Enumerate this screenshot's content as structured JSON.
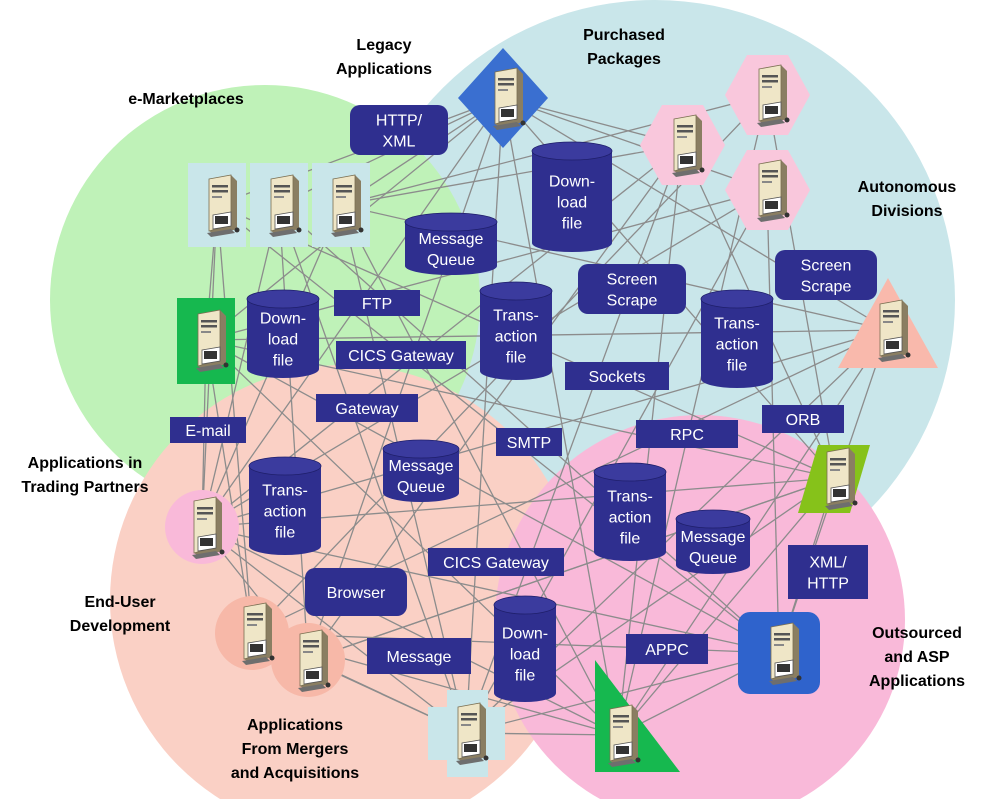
{
  "regions": [
    {
      "id": "purchased",
      "label_lines": [
        "Purchased",
        "Packages"
      ],
      "color": "#c9e6ea"
    },
    {
      "id": "emarket",
      "label_lines": [
        "e-Marketplaces"
      ],
      "color": "#bff2b8"
    },
    {
      "id": "enduser",
      "label_lines": [
        "End-User",
        "Development"
      ],
      "color": "#fad0c5"
    },
    {
      "id": "outsourced",
      "label_lines": [
        "Outsourced",
        "and ASP",
        "Applications"
      ],
      "color": "#f9b9d9"
    }
  ],
  "other_labels": [
    {
      "id": "legacy",
      "label_lines": [
        "Legacy",
        "Applications"
      ]
    },
    {
      "id": "autonomous",
      "label_lines": [
        "Autonomous",
        "Divisions"
      ]
    },
    {
      "id": "trading",
      "label_lines": [
        "Applications in",
        "Trading Partners"
      ]
    },
    {
      "id": "mergers",
      "label_lines": [
        "Applications",
        "From Mergers",
        "and Acquisitions"
      ]
    }
  ],
  "connectors": [
    {
      "id": "http-xml",
      "lines": [
        "HTTP/",
        "XML"
      ]
    },
    {
      "id": "ftp",
      "lines": [
        "FTP"
      ]
    },
    {
      "id": "cics-gateway-1",
      "lines": [
        "CICS Gateway"
      ]
    },
    {
      "id": "gateway",
      "lines": [
        "Gateway"
      ]
    },
    {
      "id": "email",
      "lines": [
        "E-mail"
      ]
    },
    {
      "id": "smtp",
      "lines": [
        "SMTP"
      ]
    },
    {
      "id": "sockets",
      "lines": [
        "Sockets"
      ]
    },
    {
      "id": "screen-scrape-1",
      "lines": [
        "Screen",
        "Scrape"
      ]
    },
    {
      "id": "screen-scrape-2",
      "lines": [
        "Screen",
        "Scrape"
      ]
    },
    {
      "id": "rpc",
      "lines": [
        "RPC"
      ]
    },
    {
      "id": "orb",
      "lines": [
        "ORB"
      ]
    },
    {
      "id": "cics-gateway-2",
      "lines": [
        "CICS Gateway"
      ]
    },
    {
      "id": "browser",
      "lines": [
        "Browser"
      ]
    },
    {
      "id": "message",
      "lines": [
        "Message"
      ]
    },
    {
      "id": "appc",
      "lines": [
        "APPC"
      ]
    },
    {
      "id": "xml-http",
      "lines": [
        "XML/",
        "HTTP"
      ]
    }
  ],
  "stores": [
    {
      "id": "download-file-1",
      "lines": [
        "Down-",
        "load",
        "file"
      ]
    },
    {
      "id": "message-queue-1",
      "lines": [
        "Message",
        "Queue"
      ]
    },
    {
      "id": "download-file-2",
      "lines": [
        "Down-",
        "load",
        "file"
      ]
    },
    {
      "id": "transaction-file-1",
      "lines": [
        "Trans-",
        "action",
        "file"
      ]
    },
    {
      "id": "transaction-file-2",
      "lines": [
        "Trans-",
        "action",
        "file"
      ]
    },
    {
      "id": "message-queue-2",
      "lines": [
        "Message",
        "Queue"
      ]
    },
    {
      "id": "transaction-file-3",
      "lines": [
        "Trans-",
        "action",
        "file"
      ]
    },
    {
      "id": "transaction-file-4",
      "lines": [
        "Trans-",
        "action",
        "file"
      ]
    },
    {
      "id": "message-queue-3",
      "lines": [
        "Message",
        "Queue"
      ]
    },
    {
      "id": "download-file-3",
      "lines": [
        "Down-",
        "load",
        "file"
      ]
    }
  ],
  "colors": {
    "chip_fill": "#2f2f8f",
    "store_fill": "#2f2f8f",
    "line": "#8c8c8c",
    "legacy_diamond": "#3a6fd0",
    "mergers_cross": "#c9e6ea",
    "autonomous_triangle": "#f9b9ac",
    "autonomous_hexagon": "#f9c7dc",
    "parallelogram": "#86c21a",
    "green_triangle": "#16b84f",
    "square_blue": "#2f63cc"
  }
}
